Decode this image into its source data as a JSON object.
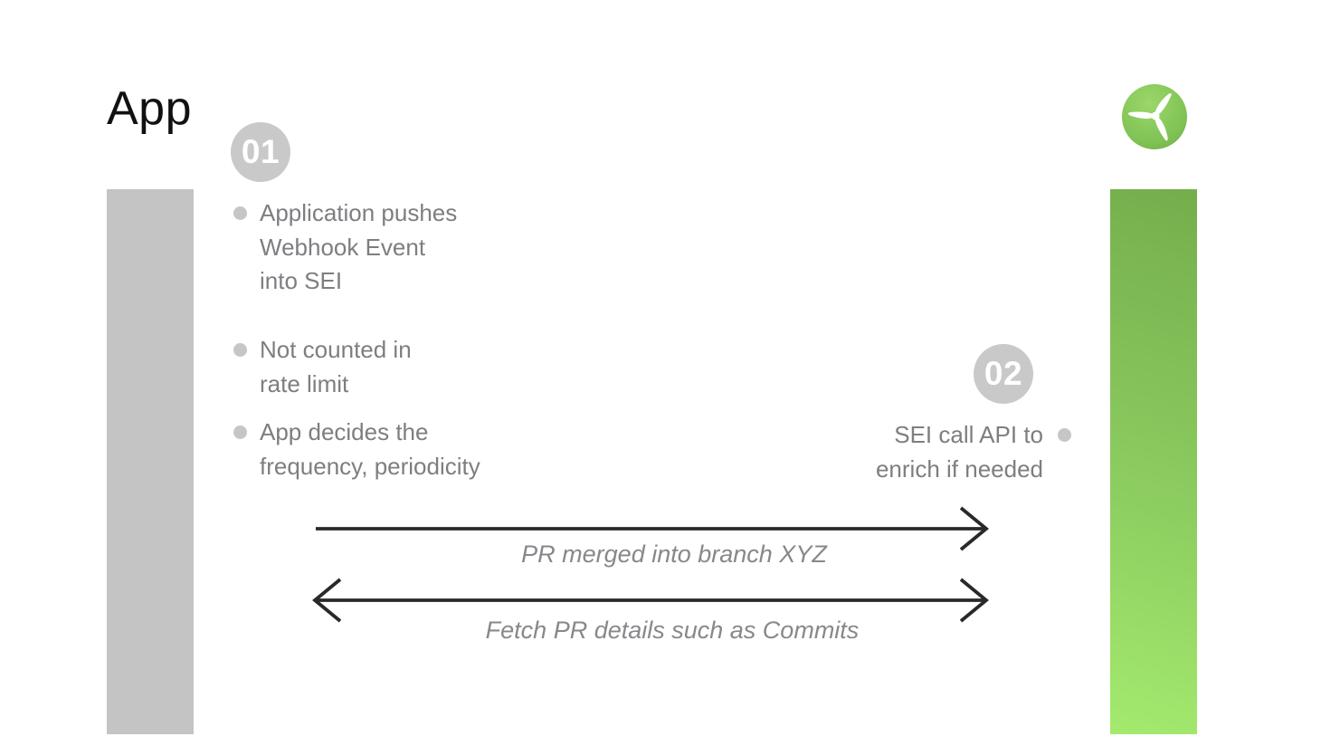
{
  "title": "App",
  "logo": {
    "icon": "propeller-icon",
    "circle_color": "#7fc256",
    "blade_color": "#ffffff"
  },
  "badges": [
    {
      "label": "01"
    },
    {
      "label": "02"
    }
  ],
  "notes": [
    {
      "lines": [
        "Application pushes",
        "Webhook Event",
        "into SEI"
      ]
    },
    {
      "lines": [
        "Not counted in",
        "rate limit"
      ]
    },
    {
      "lines": [
        "App decides the",
        "frequency, periodicity"
      ]
    }
  ],
  "right_note": {
    "lines": [
      "SEI call API to",
      "enrich if needed"
    ]
  },
  "arrows": [
    {
      "label": "PR merged into branch XYZ",
      "direction": "right"
    },
    {
      "label": "Fetch PR details such as Commits",
      "direction": "both"
    }
  ],
  "colors": {
    "title_text": "#111113",
    "body_text": "#7e7e82",
    "label_text": "#88888c",
    "bullet_dot": "#c6c6c8",
    "badge_bg": "#c9c9ca",
    "badge_text": "#ffffff",
    "gray_bar": "#c5c4c5",
    "green_bar_top": "#74ae4c",
    "green_bar_bottom": "#a4ea6e",
    "arrow_stroke": "#29282b",
    "background": "#ffffff"
  }
}
